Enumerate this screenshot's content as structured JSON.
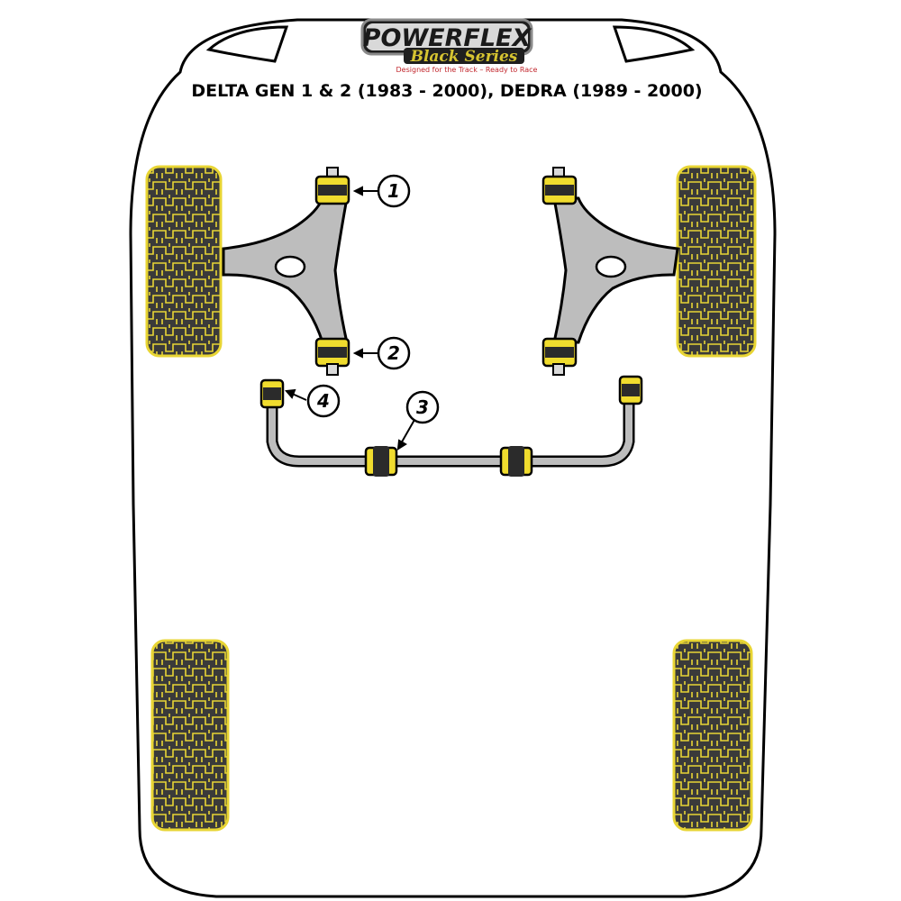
{
  "brand": {
    "name": "POWERFLEX",
    "series": "Black Series",
    "tagline": "Designed for the Track – Ready to Race"
  },
  "subtitle": "DELTA GEN 1 & 2 (1983 - 2000), DEDRA (1989 - 2000)",
  "callouts": [
    {
      "id": "1",
      "label": "1"
    },
    {
      "id": "2",
      "label": "2"
    },
    {
      "id": "3",
      "label": "3"
    },
    {
      "id": "4",
      "label": "4"
    }
  ],
  "colors": {
    "bushing_yellow": "#f0dc2e",
    "bushing_dark": "#2b2b2b",
    "arm_grey": "#bdbdbd",
    "tyre_dark": "#3a3a3a",
    "outline": "#000000"
  }
}
